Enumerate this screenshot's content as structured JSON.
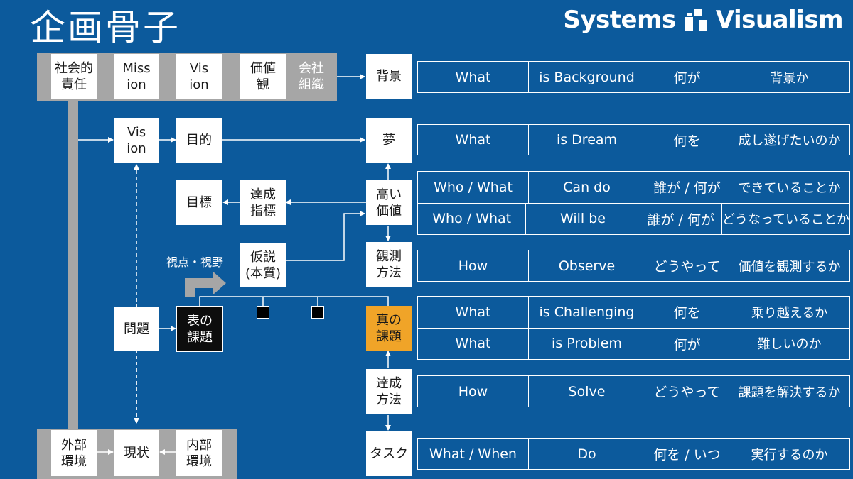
{
  "title": "企画骨子",
  "brand": {
    "left": "Systems",
    "right": "Visualism",
    "icon": "systems-visualism-logo"
  },
  "top_bar": {
    "items": [
      "社会的\n責任",
      "Miss\nion",
      "Vis\nion",
      "価値\n観"
    ],
    "gray_label": "会社\n組織"
  },
  "bottom_bar": {
    "items": [
      "外部\n環境",
      "現状",
      "内部\n環境"
    ]
  },
  "left_nodes": {
    "vision": "Vis\nion",
    "purpose": "目的",
    "target": "目標",
    "kpi": "達成\n指標",
    "hypothesis": "仮説\n(本質)",
    "viewpoint_label": "視点・視野",
    "problem": "問題",
    "surface_issue": "表の\n課題"
  },
  "center_nodes": {
    "background": "背景",
    "dream": "夢",
    "high_value": "高い\n価値",
    "observe_method": "観測\n方法",
    "true_issue": "真の\n課題",
    "achieve_method": "達成\n方法",
    "task": "タスク"
  },
  "table": {
    "background": [
      "What",
      "is Background",
      "何が",
      "背景か"
    ],
    "dream": [
      "What",
      "is Dream",
      "何を",
      "成し遂げたいのか"
    ],
    "value": [
      [
        "Who / What",
        "Can do",
        "誰が / 何が",
        "できていることか"
      ],
      [
        "Who / What",
        "Will be",
        "誰が / 何が",
        "どうなっていることか"
      ]
    ],
    "observe": [
      "How",
      "Observe",
      "どうやって",
      "価値を観測するか"
    ],
    "issue": [
      [
        "What",
        "is Challenging",
        "何を",
        "乗り越えるか"
      ],
      [
        "What",
        "is Problem",
        "何が",
        "難しいのか"
      ]
    ],
    "solve": [
      "How",
      "Solve",
      "どうやって",
      "課題を解決するか"
    ],
    "task": [
      "What / When",
      "Do",
      "何を / いつ",
      "実行するのか"
    ]
  },
  "colors": {
    "background": "#0c5a9c",
    "gray": "#a6a6a6",
    "orange": "#f0a428",
    "black": "#0d0d0d"
  }
}
